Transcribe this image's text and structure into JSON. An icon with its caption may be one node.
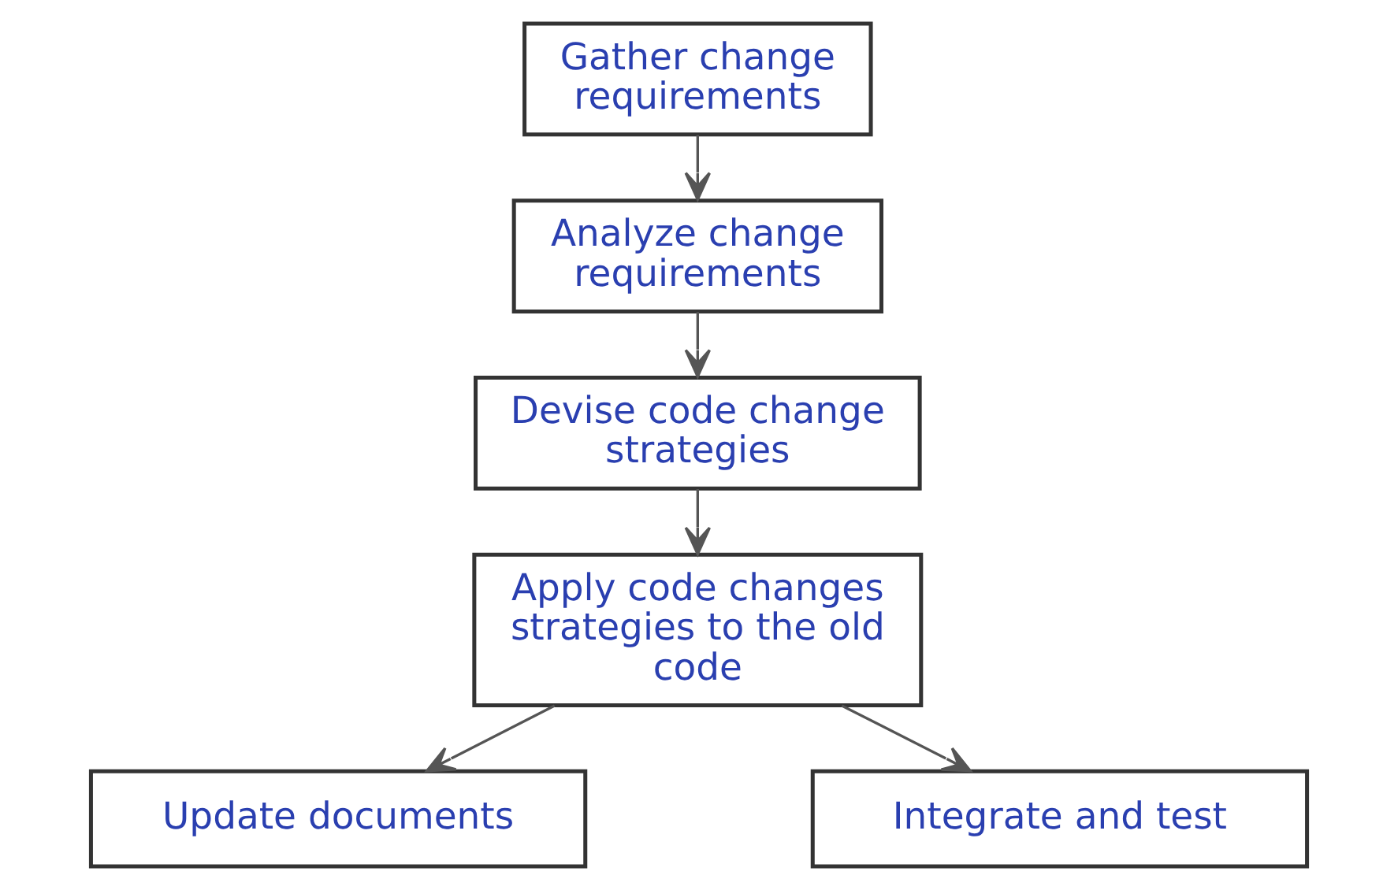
{
  "diagram": {
    "nodes": [
      {
        "text": [
          "Gather change requirements"
        ]
      },
      {
        "text": [
          "Analyze change requirements"
        ]
      },
      {
        "text": [
          "Devise code change strategies"
        ]
      },
      {
        "text": [
          "Apply code changes strategies to the old code"
        ]
      },
      {
        "text": [
          "Update documents"
        ]
      },
      {
        "text": [
          "Integrate and test"
        ]
      }
    ],
    "edges": [
      {
        "from": 0,
        "to": 1,
        "arrow": "to"
      },
      {
        "from": 1,
        "to": 2,
        "arrow": "to"
      },
      {
        "from": 2,
        "to": 3,
        "arrow": "to"
      },
      {
        "from": 3,
        "to": 4,
        "arrow": "to"
      },
      {
        "from": 3,
        "to": 5,
        "arrow": "to"
      }
    ]
  }
}
